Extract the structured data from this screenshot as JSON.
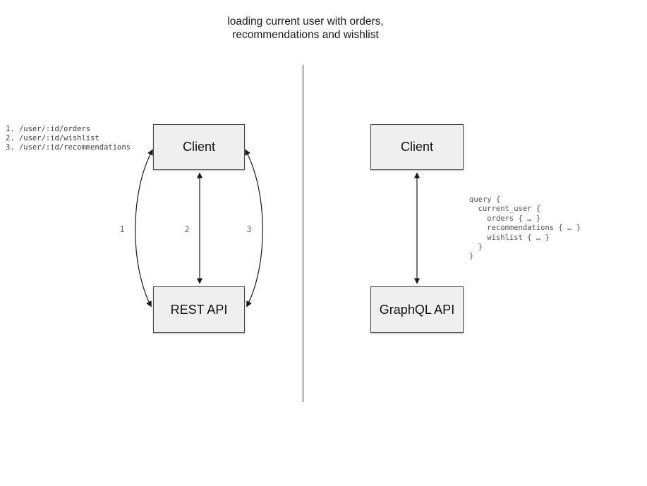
{
  "title": "loading current user with orders,\nrecommendations and wishlist",
  "left_panel": {
    "endpoints": "1. /user/:id/orders\n2. /user/:id/wishlist\n3. /user/:id/recommendations",
    "client_box_label": "Client",
    "api_box_label": "REST API",
    "arrow_labels": [
      "1",
      "2",
      "3"
    ]
  },
  "right_panel": {
    "client_box_label": "Client",
    "api_box_label": "GraphQL API",
    "query_code": "query {\n  current_user {\n    orders { … }\n    recommendations { … }\n    wishlist { … }\n  }\n}"
  },
  "colors": {
    "box_fill": "#efefef",
    "box_border": "#4a4a4a",
    "arrow": "#1a1a1a",
    "divider": "#7b7b7b",
    "endpoint_text": "#3d3d3d",
    "query_text": "#555555",
    "arrow_label_text": "#6b6b6b",
    "title_text": "#1a1a1a"
  }
}
